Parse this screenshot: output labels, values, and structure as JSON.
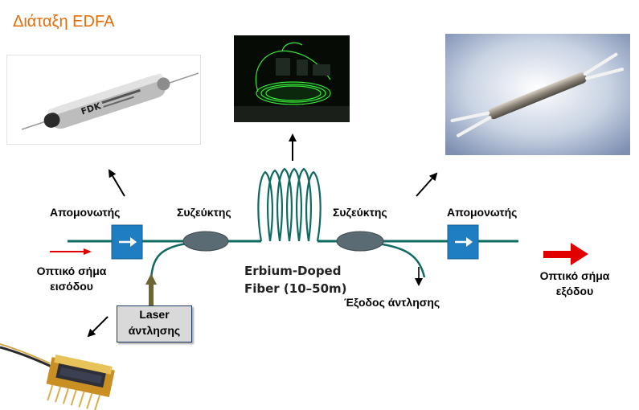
{
  "title": "Διάταξη EDFA",
  "labels": {
    "isolator_left": "Απομονωτής",
    "coupler_left": "Συζεύκτης",
    "coupler_right": "Συζεύκτης",
    "isolator_right": "Απομονωτής",
    "input_line1": "Οπτικό σήμα",
    "input_line2": "εισόδου",
    "output_line1": "Οπτικό σήμα",
    "output_line2": "εξόδου",
    "edf_line1": "Erbium-Doped",
    "edf_line2": "Fiber (10–50m)",
    "pump_output": "Έξοδος άντλησης",
    "laser_line1": "Laser",
    "laser_line2": "άντλησης"
  },
  "photos": {
    "isolator_brand": "FDK"
  },
  "colors": {
    "title": "#e46c0a",
    "fiber": "#0f6b62",
    "isolator_box": "#1f7ec2",
    "coupler": "#5b6b73",
    "arrow_red": "#e00000",
    "pump_arrow": "#6b6633"
  }
}
